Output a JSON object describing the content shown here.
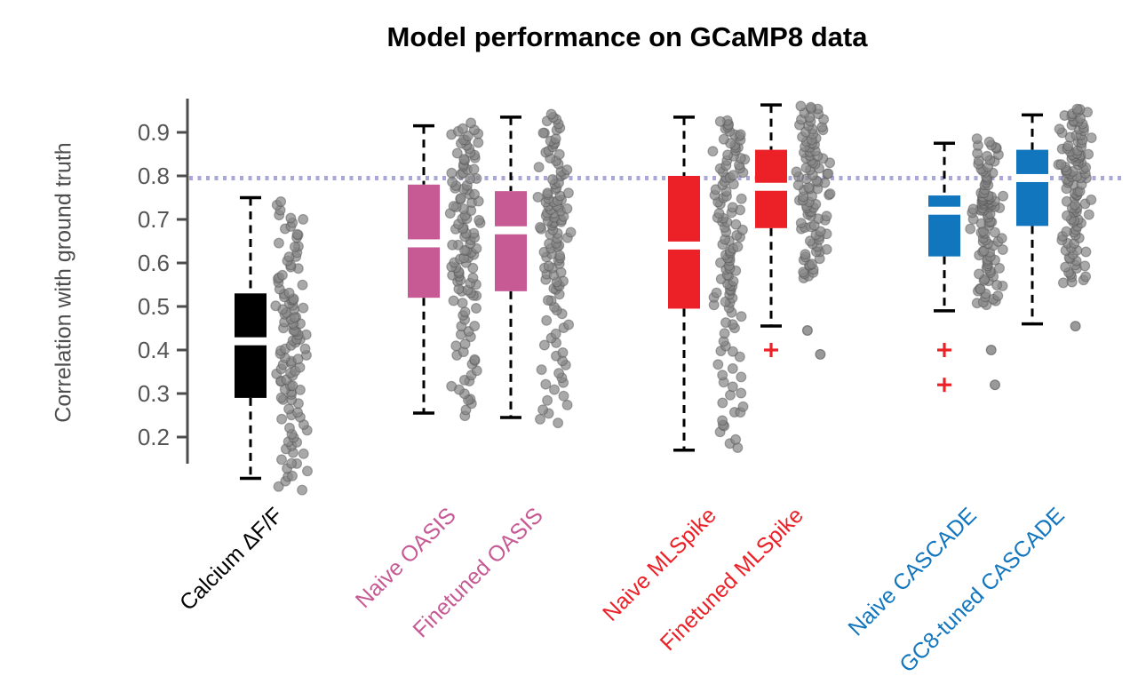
{
  "title": "Model performance on GCaMP8 data",
  "y_axis": {
    "label": "Correlation with ground truth",
    "ticks": [
      "0.9",
      "0.8",
      "0.7",
      "0.6",
      "0.5",
      "0.4",
      "0.3",
      "0.2"
    ],
    "color": "#4d4d4d",
    "tick_label_color": "#555555"
  },
  "reference_line": {
    "value": 0.795,
    "color": "#a9a7d7",
    "style": "dotted"
  },
  "scatter_seed": 1234,
  "chart_data": {
    "type": "boxplot",
    "title": "Model performance on GCaMP8 data",
    "ylabel": "Correlation with ground truth",
    "ylim": [
      0.1,
      0.98
    ],
    "grid": false,
    "reference_value": 0.795,
    "categories": [
      {
        "label": "Calcium ΔF/F",
        "color": "#000000"
      },
      {
        "label": "Naive OASIS",
        "color": "#c75a94"
      },
      {
        "label": "Finetuned OASIS",
        "color": "#c75a94"
      },
      {
        "label": "Naive MLSpike",
        "color": "#ec2127"
      },
      {
        "label": "Finetuned MLSpike",
        "color": "#ec2127"
      },
      {
        "label": "Naive CASCADE",
        "color": "#1276be"
      },
      {
        "label": "GC8-tuned CASCADE",
        "color": "#1276be"
      }
    ],
    "series": [
      {
        "name": "Calcium dF/F",
        "box_color": "#000000",
        "box": {
          "whisker_low": 0.105,
          "q1": 0.29,
          "median": 0.42,
          "q3": 0.53,
          "whisker_high": 0.75
        },
        "scatter": {
          "n": 115,
          "range": [
            0.08,
            0.74
          ]
        },
        "outliers_cross": [],
        "outliers_dots": []
      },
      {
        "name": "Naive OASIS",
        "box_color": "#c75a94",
        "box": {
          "whisker_low": 0.255,
          "q1": 0.52,
          "median": 0.645,
          "q3": 0.78,
          "whisker_high": 0.915
        },
        "scatter": {
          "n": 120,
          "range": [
            0.25,
            0.92
          ]
        },
        "outliers_cross": [],
        "outliers_dots": []
      },
      {
        "name": "Finetuned OASIS",
        "box_color": "#c75a94",
        "box": {
          "whisker_low": 0.245,
          "q1": 0.535,
          "median": 0.675,
          "q3": 0.765,
          "whisker_high": 0.935
        },
        "scatter": {
          "n": 120,
          "range": [
            0.23,
            0.945
          ]
        },
        "outliers_cross": [],
        "outliers_dots": []
      },
      {
        "name": "Naive MLSpike",
        "box_color": "#ec2127",
        "box": {
          "whisker_low": 0.17,
          "q1": 0.495,
          "median": 0.64,
          "q3": 0.8,
          "whisker_high": 0.935
        },
        "scatter": {
          "n": 120,
          "range": [
            0.17,
            0.93
          ]
        },
        "outliers_cross": [],
        "outliers_dots": []
      },
      {
        "name": "Finetuned MLSpike",
        "box_color": "#ec2127",
        "box": {
          "whisker_low": 0.455,
          "q1": 0.68,
          "median": 0.775,
          "q3": 0.86,
          "whisker_high": 0.963
        },
        "scatter": {
          "n": 100,
          "range": [
            0.56,
            0.965
          ]
        },
        "outliers_cross": [
          0.4
        ],
        "outliers_dots": [
          0.445,
          0.39
        ]
      },
      {
        "name": "Naive CASCADE",
        "box_color": "#1276be",
        "box": {
          "whisker_low": 0.49,
          "q1": 0.615,
          "median": 0.72,
          "q3": 0.755,
          "whisker_high": 0.875
        },
        "scatter": {
          "n": 110,
          "range": [
            0.5,
            0.885
          ]
        },
        "outliers_cross": [
          0.4,
          0.32
        ],
        "outliers_dots": [
          0.4,
          0.32
        ]
      },
      {
        "name": "GC8-tuned CASCADE",
        "box_color": "#1276be",
        "box": {
          "whisker_low": 0.46,
          "q1": 0.685,
          "median": 0.795,
          "q3": 0.86,
          "whisker_high": 0.94
        },
        "scatter": {
          "n": 115,
          "range": [
            0.55,
            0.958
          ]
        },
        "outliers_cross": [],
        "outliers_dots": [
          0.455
        ]
      }
    ]
  }
}
